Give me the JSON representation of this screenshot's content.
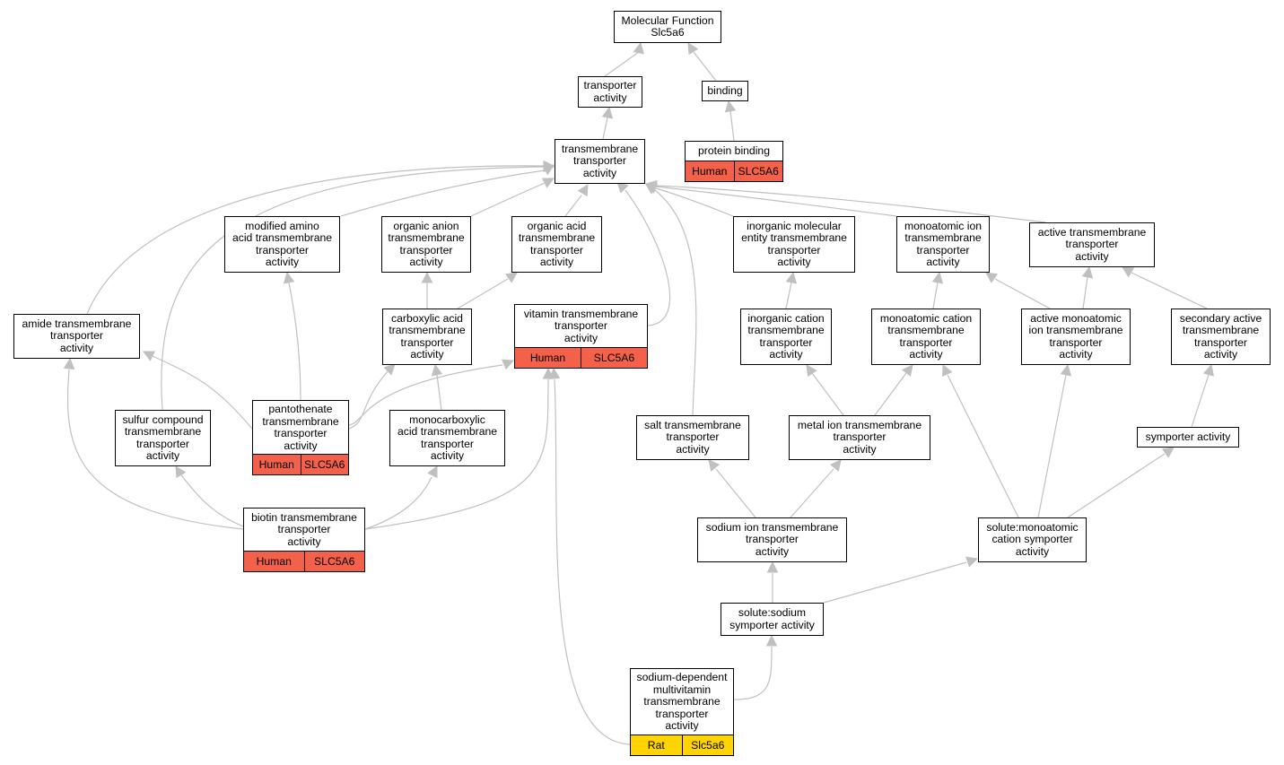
{
  "colors": {
    "human": "#f4614a",
    "rat": "#ffd400",
    "edge": "#c0c0c0",
    "border": "#000000"
  },
  "nodes": {
    "mf": {
      "label": "Molecular Function\nSlc5a6"
    },
    "transporter": {
      "label": "transporter\nactivity"
    },
    "binding": {
      "label": "binding"
    },
    "protein_binding": {
      "label": "protein binding",
      "species": "Human",
      "gene": "SLC5A6"
    },
    "tm_transporter": {
      "label": "transmembrane\ntransporter\nactivity"
    },
    "modified_amino": {
      "label": "modified amino\nacid transmembrane\ntransporter\nactivity"
    },
    "organic_anion": {
      "label": "organic anion\ntransmembrane\ntransporter\nactivity"
    },
    "organic_acid": {
      "label": "organic acid\ntransmembrane\ntransporter\nactivity"
    },
    "inorganic_molecular": {
      "label": "inorganic molecular\nentity transmembrane\ntransporter\nactivity"
    },
    "monoatomic_ion": {
      "label": "monoatomic ion\ntransmembrane\ntransporter\nactivity"
    },
    "active_tm": {
      "label": "active transmembrane\ntransporter\nactivity"
    },
    "amide": {
      "label": "amide transmembrane\ntransporter\nactivity"
    },
    "carboxylic": {
      "label": "carboxylic acid\ntransmembrane\ntransporter\nactivity"
    },
    "vitamin": {
      "label": "vitamin transmembrane\ntransporter\nactivity",
      "species": "Human",
      "gene": "SLC5A6"
    },
    "inorganic_cation": {
      "label": "inorganic cation\ntransmembrane\ntransporter\nactivity"
    },
    "monoatomic_cation": {
      "label": "monoatomic cation\ntransmembrane\ntransporter\nactivity"
    },
    "active_monoatomic": {
      "label": "active monoatomic\nion transmembrane\ntransporter\nactivity"
    },
    "secondary_active": {
      "label": "secondary active\ntransmembrane\ntransporter\nactivity"
    },
    "sulfur": {
      "label": "sulfur compound\ntransmembrane\ntransporter\nactivity"
    },
    "pantothenate": {
      "label": "pantothenate\ntransmembrane\ntransporter\nactivity",
      "species": "Human",
      "gene": "SLC5A6"
    },
    "monocarboxylic": {
      "label": "monocarboxylic\nacid transmembrane\ntransporter\nactivity"
    },
    "salt": {
      "label": "salt transmembrane\ntransporter\nactivity"
    },
    "metal_ion": {
      "label": "metal ion transmembrane\ntransporter\nactivity"
    },
    "symporter": {
      "label": "symporter activity"
    },
    "biotin": {
      "label": "biotin transmembrane\ntransporter\nactivity",
      "species": "Human",
      "gene": "SLC5A6"
    },
    "sodium_ion": {
      "label": "sodium ion transmembrane\ntransporter\nactivity"
    },
    "solute_monoatomic": {
      "label": "solute:monoatomic\ncation symporter\nactivity"
    },
    "solute_sodium": {
      "label": "solute:sodium\nsymporter activity"
    },
    "sodium_dependent": {
      "label": "sodium-dependent\nmultivitamin\ntransmembrane\ntransporter\nactivity",
      "species": "Rat",
      "gene": "Slc5a6"
    }
  }
}
